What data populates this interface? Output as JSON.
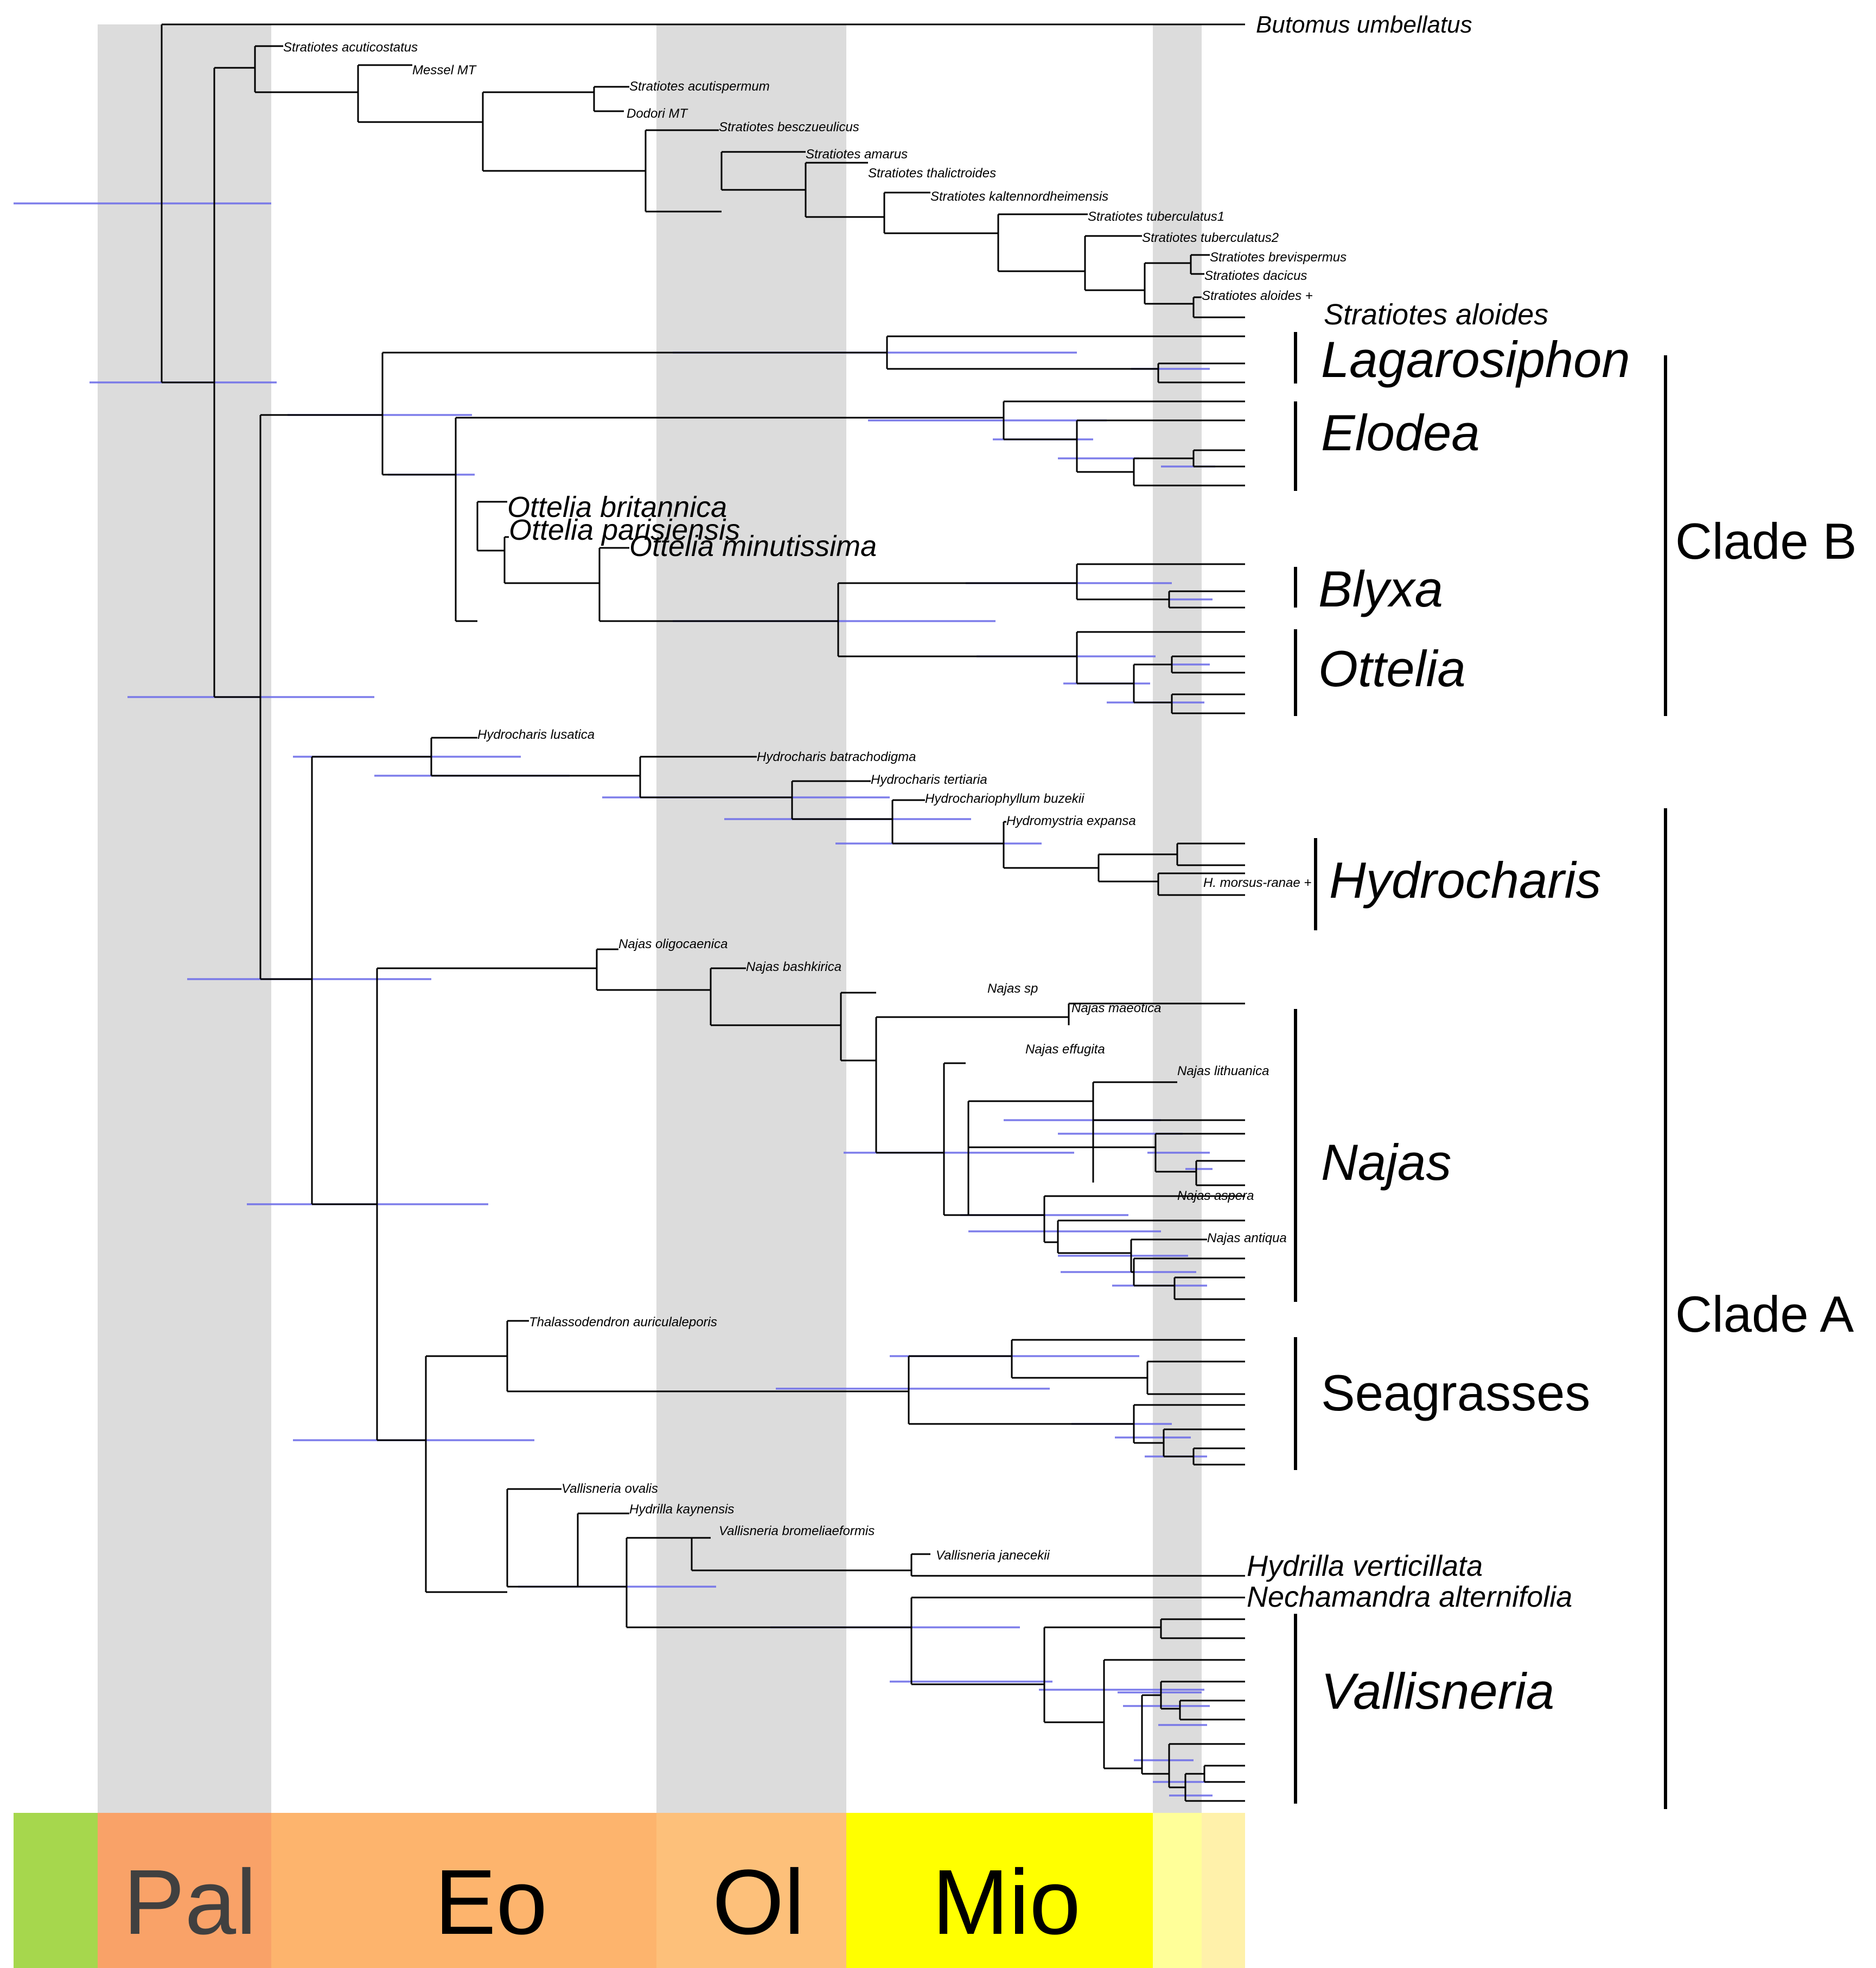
{
  "epochs": [
    {
      "label": "",
      "color": "#a6d74d"
    },
    {
      "label": "Pal",
      "color": "#f9a268",
      "text_color": "#404040"
    },
    {
      "label": "Eo",
      "color": "#fdb46d",
      "text_color": "#000000"
    },
    {
      "label": "Ol",
      "color": "#fdc07a",
      "text_color": "#000000"
    },
    {
      "label": "Mio",
      "color": "#ffff00",
      "text_color": "#000000"
    },
    {
      "label": "",
      "color": "#ffff99"
    },
    {
      "label": "",
      "color": "#fff1aa"
    }
  ],
  "band_color": "#dcdcdc",
  "branch_color": "#000000",
  "hpd_color": "#6f6fe8",
  "tips": {
    "butomus": "Butomus umbellatus",
    "stratiotes_acuticostatus": "Stratiotes acuticostatus",
    "messel": "Messel MT",
    "stratiotes_acutispermum": "Stratiotes acutispermum",
    "dodori": "Dodori MT",
    "stratiotes_besczueulicus": "Stratiotes besczueulicus",
    "stratiotes_amarus": "Stratiotes amarus",
    "stratiotes_thalictroides": "Stratiotes thalictroides",
    "stratiotes_kaltennordheimensis": "Stratiotes kaltennordheimensis",
    "stratiotes_tuberculatus1": "Stratiotes tuberculatus1",
    "stratiotes_tuberculatus2": "Stratiotes tuberculatus2",
    "stratiotes_brevispermus": "Stratiotes brevispermus",
    "stratiotes_dacicus": "Stratiotes dacicus",
    "stratiotes_aloides_plus": "Stratiotes aloides +",
    "stratiotes_aloides": "Stratiotes aloides",
    "ottelia_britannica": "Ottelia britannica",
    "ottelia_parisiensis": "Ottelia parisiensis",
    "ottelia_minutissima": "Ottelia minutissima",
    "hydrocharis_lusatica": "Hydrocharis lusatica",
    "hydrocharis_batrachodigma": "Hydrocharis batrachodigma",
    "hydrocharis_tertiaria": "Hydrocharis tertiaria",
    "hydrochariophyllum_buzekii": "Hydrochariophyllum buzekii",
    "hydromystria_expansa": "Hydromystria expansa",
    "h_morsus_ranae": "H. morsus-ranae +",
    "najas_oligocaenica": "Najas oligocaenica",
    "najas_bashkirica": "Najas bashkirica",
    "najas_sp": "Najas sp",
    "najas_maeotica": "Najas maeotica",
    "najas_effugita": "Najas effugita",
    "najas_lithuanica": "Najas lithuanica",
    "najas_aspera": "Najas aspera",
    "najas_antiqua": "Najas antiqua",
    "thalassodendron": "Thalassodendron auriculaleporis",
    "vallisneria_ovalis": "Vallisneria ovalis",
    "hydrilla_kaynensis": "Hydrilla kaynensis",
    "vallisneria_bromeliaeformis": "Vallisneria bromeliaeformis",
    "vallisneria_janecekii": "Vallisneria janecekii",
    "hydrilla_verticillata": "Hydrilla verticillata",
    "nechamandra": "Nechamandra alternifolia"
  },
  "genera": {
    "lagarosiphon": "Lagarosiphon",
    "elodea": "Elodea",
    "blyxa": "Blyxa",
    "ottelia": "Ottelia",
    "hydrocharis": "Hydrocharis",
    "najas": "Najas",
    "seagrasses": "Seagrasses",
    "vallisneria": "Vallisneria"
  },
  "clades": {
    "b": "Clade B",
    "a": "Clade A"
  }
}
